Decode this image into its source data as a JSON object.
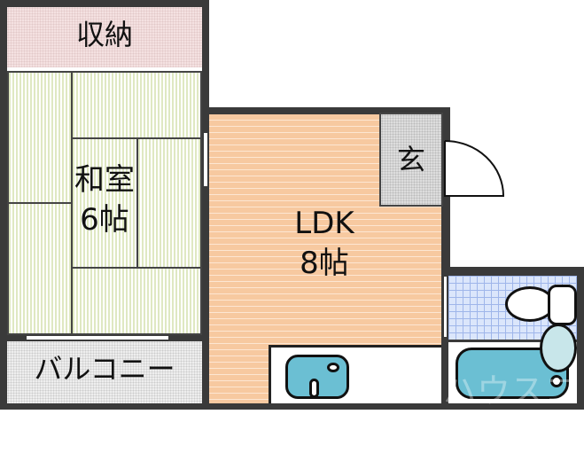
{
  "rooms": {
    "storage": "収納",
    "washitsu": {
      "name": "和室",
      "size": "6帖"
    },
    "ldk": {
      "name": "LDK",
      "size": "8帖"
    },
    "genkan": "玄",
    "balcony": "バルコニー"
  },
  "watermark": "ハウスコム",
  "colors": {
    "storage": "#f4e1e1",
    "tatami": "#dfe8c2",
    "ldk": "#f7c9a0",
    "tiles": "#dbe6fb",
    "fixtures": "#6bbfd3",
    "wall": "#3a3a3a"
  }
}
